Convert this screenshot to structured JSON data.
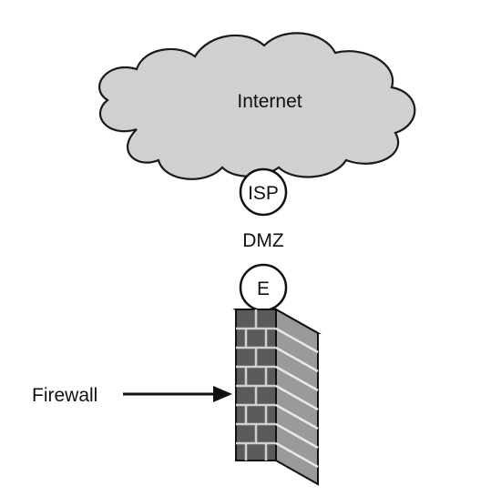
{
  "diagram": {
    "cloud": {
      "label": "Internet",
      "fill": "#d0d0d0",
      "stroke": "#1a1a1a"
    },
    "isp_node": {
      "label": "ISP"
    },
    "dmz": {
      "label": "DMZ"
    },
    "e_node": {
      "label": "E"
    },
    "firewall": {
      "label": "Firewall",
      "icon": "brick-wall-icon",
      "front_color": "#5a5a5a",
      "side_color": "#9a9a9a",
      "top_color": "#d8d8d8"
    },
    "arrow": {
      "icon": "arrow-right-icon"
    }
  }
}
